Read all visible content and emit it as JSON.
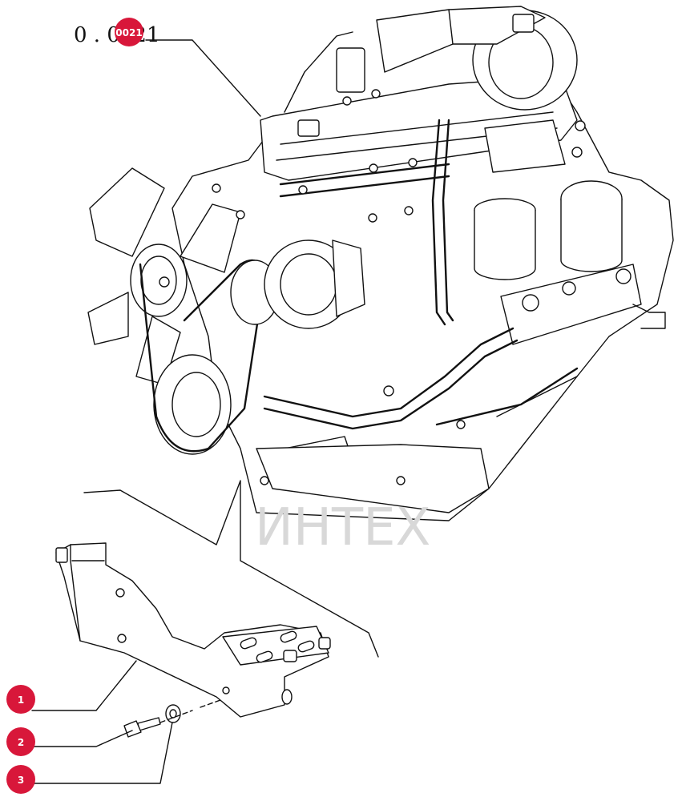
{
  "diagram_label": "0 . 0021",
  "marker_on_label": "0021",
  "watermark_text": "ИНТЕХ",
  "callouts": [
    {
      "number": "1"
    },
    {
      "number": "2"
    },
    {
      "number": "3"
    }
  ],
  "colors": {
    "callout_fill": "#d8173a",
    "watermark": "#e34a5c",
    "line": "#111111"
  }
}
